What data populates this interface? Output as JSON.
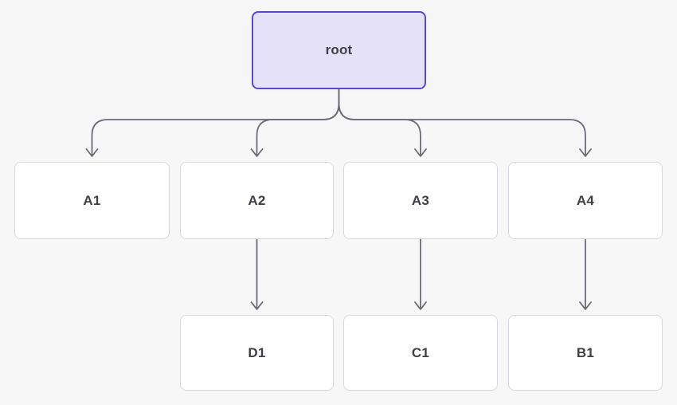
{
  "diagram": {
    "nodes": {
      "root": {
        "label": "root"
      },
      "a1": {
        "label": "A1"
      },
      "a2": {
        "label": "A2"
      },
      "a3": {
        "label": "A3"
      },
      "a4": {
        "label": "A4"
      },
      "d1": {
        "label": "D1"
      },
      "c1": {
        "label": "C1"
      },
      "b1": {
        "label": "B1"
      }
    },
    "edges": [
      {
        "from": "root",
        "to": "A1"
      },
      {
        "from": "root",
        "to": "A2"
      },
      {
        "from": "root",
        "to": "A3"
      },
      {
        "from": "root",
        "to": "A4"
      },
      {
        "from": "A2",
        "to": "D1"
      },
      {
        "from": "A3",
        "to": "C1"
      },
      {
        "from": "A4",
        "to": "B1"
      }
    ],
    "colors": {
      "background": "#f7f7f8",
      "root_fill": "#e5e2f7",
      "root_border": "#5a47d5",
      "node_fill": "#ffffff",
      "node_border": "#d9d8de",
      "edge": "#6b6b76",
      "text": "#3f3f46"
    }
  }
}
